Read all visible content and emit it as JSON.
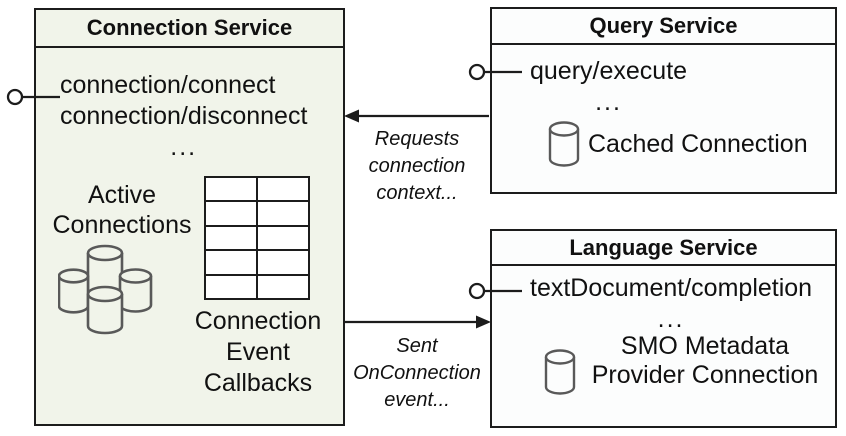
{
  "colors": {
    "background": "#ffffff",
    "line": "#1c1c1c",
    "connection_box_fill": "#f1f4ea",
    "service_box_fill": "#fcfdfd",
    "cylinder_stroke": "#595959",
    "text": "#111111"
  },
  "connection_service": {
    "title": "Connection Service",
    "methods": [
      "connection/connect",
      "connection/disconnect"
    ],
    "ellipsis": "...",
    "active_connections": {
      "line1": "Active",
      "line2": "Connections",
      "icon": "database-cluster-icon"
    },
    "callback_table": {
      "rows": 5,
      "cols": 2
    },
    "callbacks_label": {
      "line1": "Connection",
      "line2": "Event",
      "line3": "Callbacks"
    }
  },
  "query_service": {
    "title": "Query Service",
    "method": "query/execute",
    "ellipsis": "...",
    "cached_connection_label": "Cached Connection",
    "icon": "database-icon"
  },
  "language_service": {
    "title": "Language Service",
    "method": "textDocument/completion",
    "ellipsis": "...",
    "smo_label": {
      "line1": "SMO Metadata",
      "line2": "Provider Connection"
    },
    "icon": "database-icon"
  },
  "arrows": {
    "request_context": {
      "direction": "right-to-left",
      "label": {
        "line1": "Requests",
        "line2": "connection",
        "line3": "context..."
      }
    },
    "on_connection": {
      "direction": "left-to-right",
      "label": {
        "line1": "Sent",
        "line2": "OnConnection",
        "line3": "event..."
      }
    }
  },
  "interfaces": [
    {
      "name": "connection-service-interface"
    },
    {
      "name": "query-service-interface"
    },
    {
      "name": "language-service-interface"
    }
  ]
}
